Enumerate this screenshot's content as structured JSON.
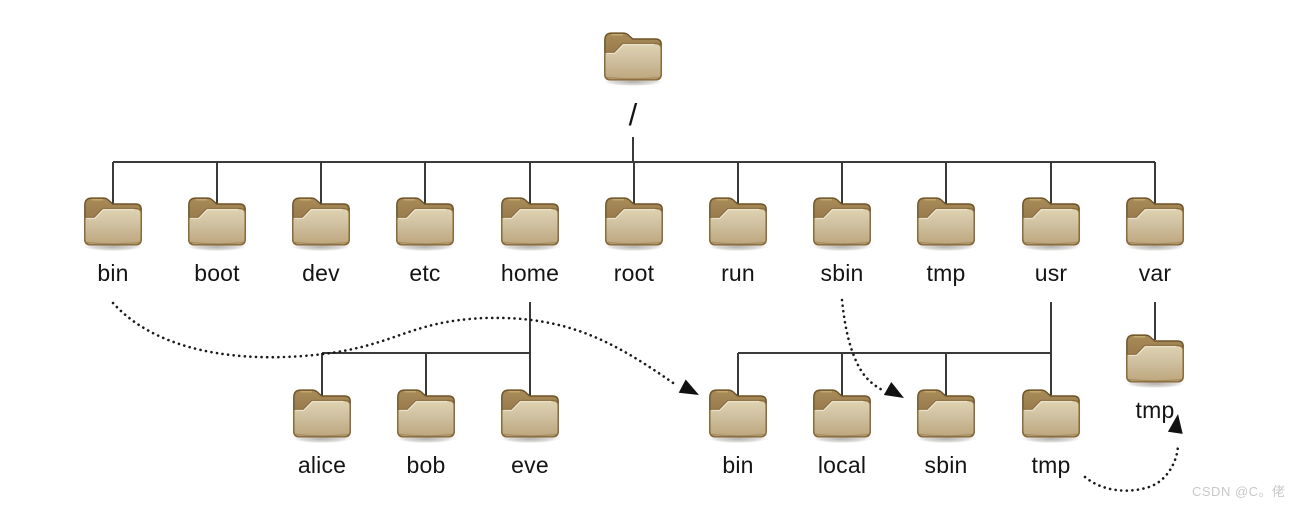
{
  "diagram": {
    "description": "Linux filesystem hierarchy tree",
    "tree": {
      "root": {
        "label": "/"
      },
      "top": [
        {
          "label": "bin"
        },
        {
          "label": "boot"
        },
        {
          "label": "dev"
        },
        {
          "label": "etc"
        },
        {
          "label": "home"
        },
        {
          "label": "root"
        },
        {
          "label": "run"
        },
        {
          "label": "sbin"
        },
        {
          "label": "tmp"
        },
        {
          "label": "usr"
        },
        {
          "label": "var"
        }
      ],
      "home_children": [
        {
          "label": "alice"
        },
        {
          "label": "bob"
        },
        {
          "label": "eve"
        }
      ],
      "usr_children": [
        {
          "label": "bin"
        },
        {
          "label": "local"
        },
        {
          "label": "sbin"
        },
        {
          "label": "tmp"
        }
      ],
      "var_children": [
        {
          "label": "tmp"
        }
      ]
    },
    "links": [
      {
        "from": "/bin",
        "to": "/usr/bin",
        "style": "dotted-arrow"
      },
      {
        "from": "/sbin",
        "to": "/usr/sbin",
        "style": "dotted-arrow"
      },
      {
        "from": "/usr/tmp",
        "to": "/var/tmp",
        "style": "dotted-arrow"
      }
    ],
    "colors": {
      "folder_front": "#cfc0a0",
      "folder_back": "#96784a",
      "connector_line": "#3a3a3a",
      "arrow": "#1a1a1a",
      "watermark": "#c8c8cb"
    }
  },
  "watermark": {
    "text": "CSDN @C。佬"
  }
}
